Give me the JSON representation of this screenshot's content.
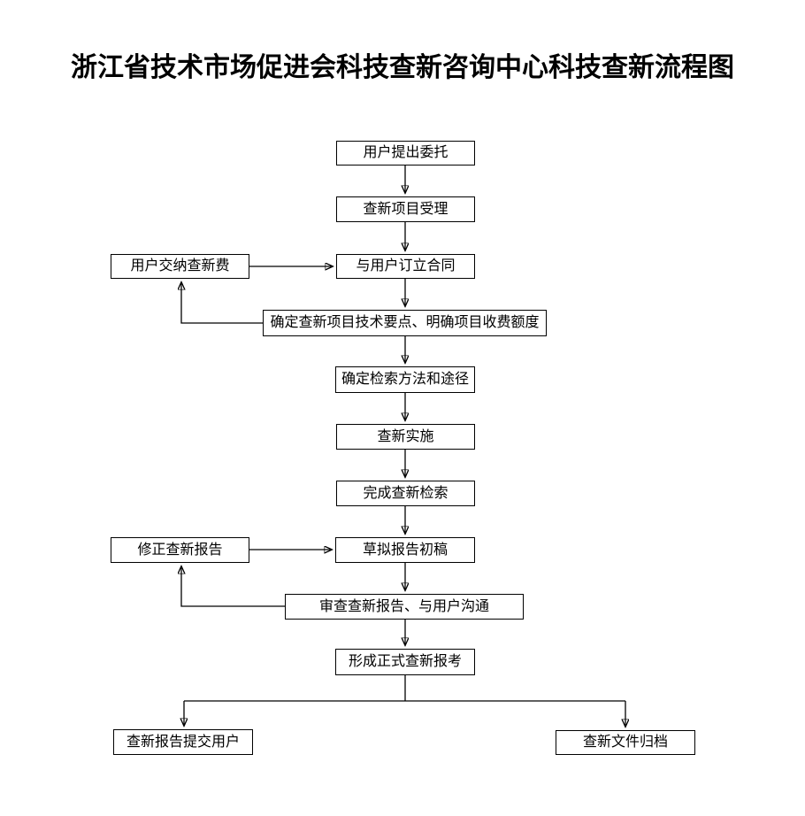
{
  "page": {
    "title": "浙江省技术市场促进会科技查新咨询中心科技查新流程图"
  },
  "flowchart": {
    "type": "flowchart",
    "colors": {
      "background": "#ffffff",
      "box_border": "#000000",
      "line": "#000000",
      "text": "#000000"
    },
    "nodes": {
      "submit_request": "用户提出委托",
      "accept_project": "查新项目受理",
      "pay_fee": "用户交纳查新费",
      "sign_contract": "与用户订立合同",
      "define_points_fee": "确定查新项目技术要点、明确项目收费额度",
      "define_search_method": "确定检索方法和途径",
      "implement_search": "查新实施",
      "complete_search": "完成查新检索",
      "revise_report": "修正查新报告",
      "draft_report": "草拟报告初稿",
      "review_report": "审查查新报告、与用户沟通",
      "form_official_report": "形成正式查新报考",
      "deliver_report": "查新报告提交用户",
      "archive_files": "查新文件归档"
    },
    "edges": [
      {
        "from": "submit_request",
        "to": "accept_project"
      },
      {
        "from": "accept_project",
        "to": "sign_contract"
      },
      {
        "from": "pay_fee",
        "to": "sign_contract"
      },
      {
        "from": "sign_contract",
        "to": "define_points_fee"
      },
      {
        "from": "define_points_fee",
        "to": "pay_fee"
      },
      {
        "from": "define_points_fee",
        "to": "define_search_method"
      },
      {
        "from": "define_search_method",
        "to": "implement_search"
      },
      {
        "from": "implement_search",
        "to": "complete_search"
      },
      {
        "from": "complete_search",
        "to": "draft_report"
      },
      {
        "from": "revise_report",
        "to": "draft_report"
      },
      {
        "from": "draft_report",
        "to": "review_report"
      },
      {
        "from": "review_report",
        "to": "revise_report"
      },
      {
        "from": "review_report",
        "to": "form_official_report"
      },
      {
        "from": "form_official_report",
        "to": "deliver_report"
      },
      {
        "from": "form_official_report",
        "to": "archive_files"
      }
    ]
  }
}
